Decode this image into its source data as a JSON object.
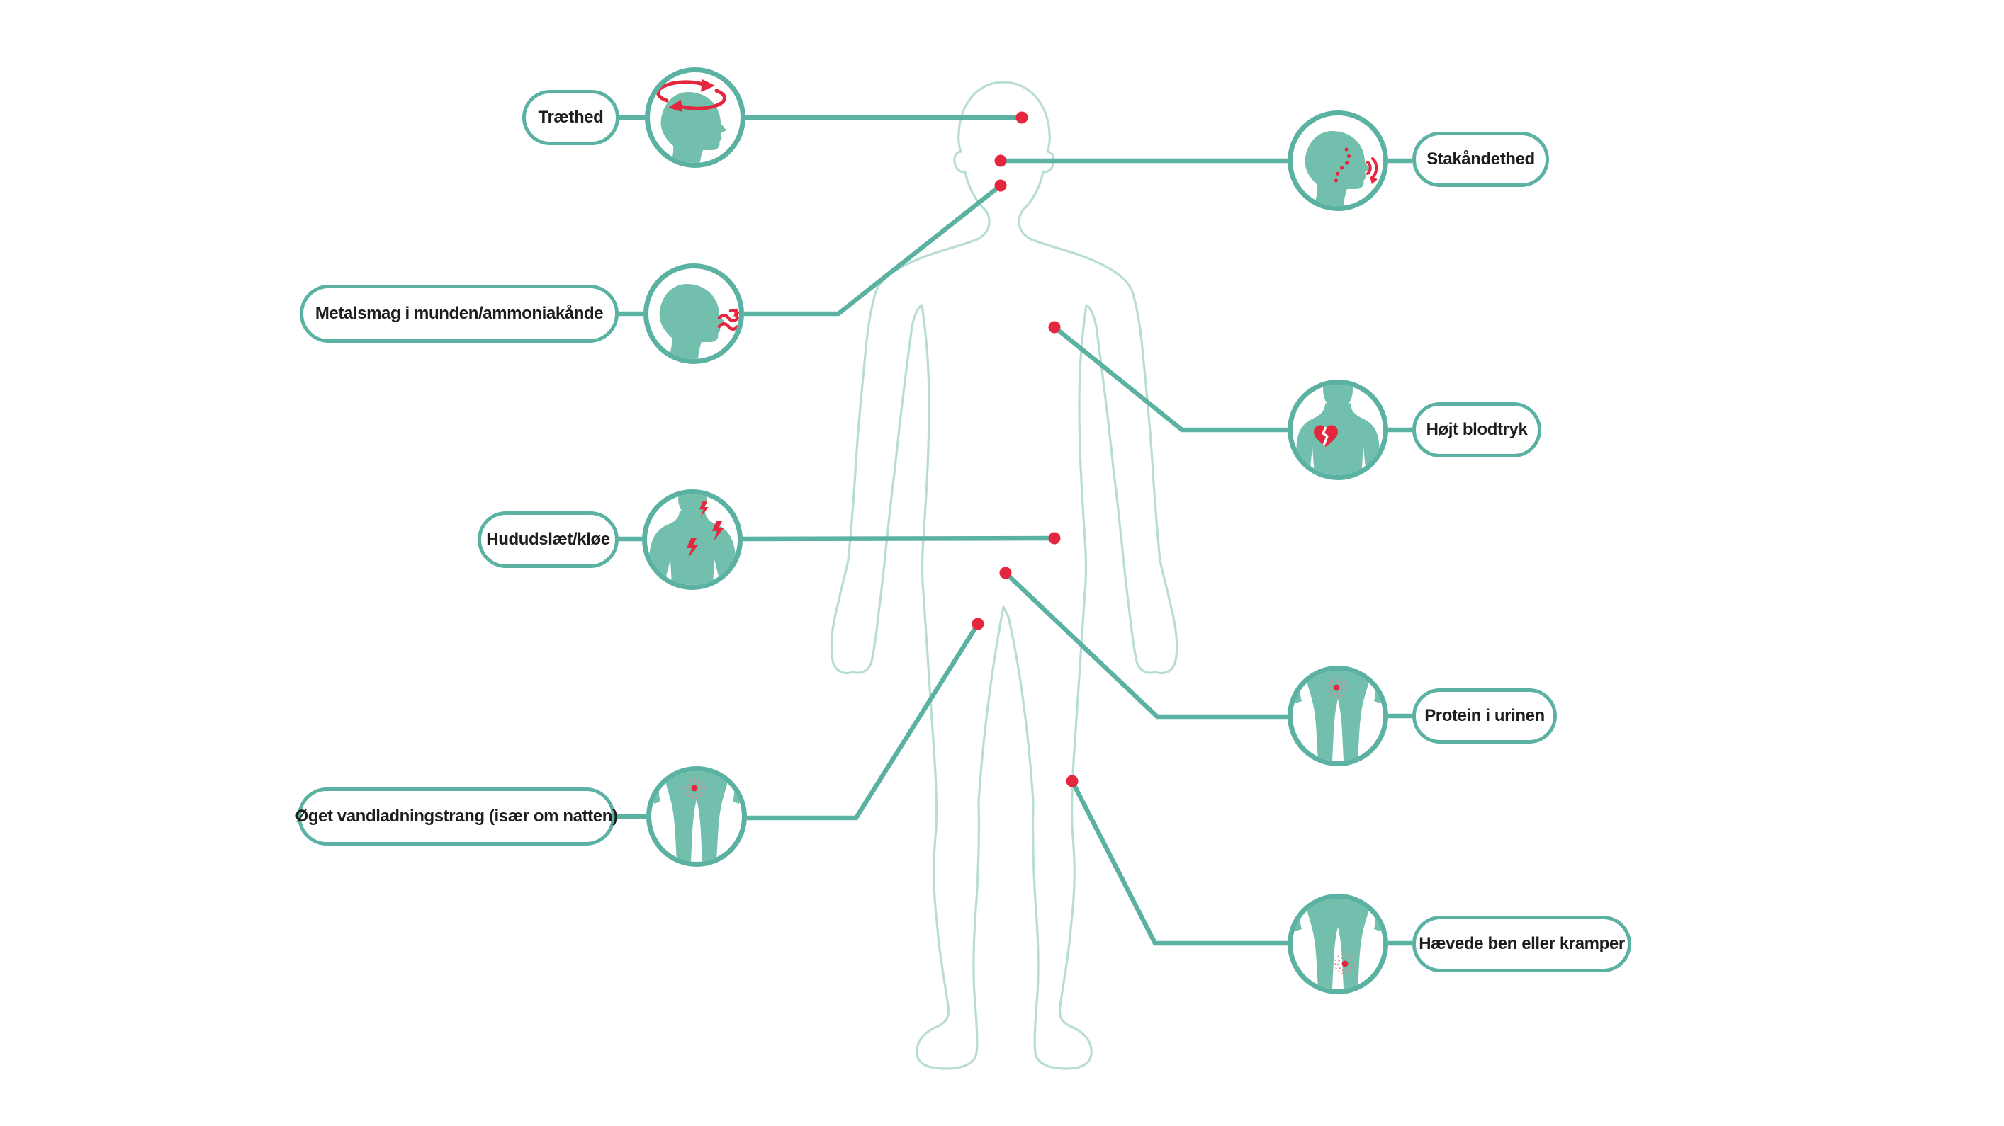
{
  "diagram": {
    "subject": "body-symptom-map",
    "language": "da"
  },
  "colors": {
    "teal_line": "#5cb2a2",
    "icon_fill": "#72bfae",
    "body_outline": "#b7ddd4",
    "marker_red": "#e5273d",
    "target_ring": "#cf8e97",
    "label_text": "#1d1d1b",
    "background": "#ffffff"
  },
  "symptoms": [
    {
      "label": "Træthed",
      "side": "left",
      "icon": "dizzy-head-icon"
    },
    {
      "label": "Stakåndethed",
      "side": "right",
      "icon": "breath-throat-head-icon"
    },
    {
      "label": "Metalsmag i munden/ammoniakånde",
      "side": "left",
      "icon": "exhale-head-icon"
    },
    {
      "label": "Højt blodtryk",
      "side": "right",
      "icon": "torso-broken-heart-icon"
    },
    {
      "label": "Hududslæt/kløe",
      "side": "left",
      "icon": "torso-lightning-icon"
    },
    {
      "label": "Protein i urinen",
      "side": "right",
      "icon": "legs-groin-target-icon"
    },
    {
      "label": "Øget vandladningstrang (især om natten)",
      "side": "left",
      "icon": "legs-groin-target-icon"
    },
    {
      "label": "Hævede ben eller kramper",
      "side": "right",
      "icon": "legs-knee-target-icon"
    }
  ]
}
